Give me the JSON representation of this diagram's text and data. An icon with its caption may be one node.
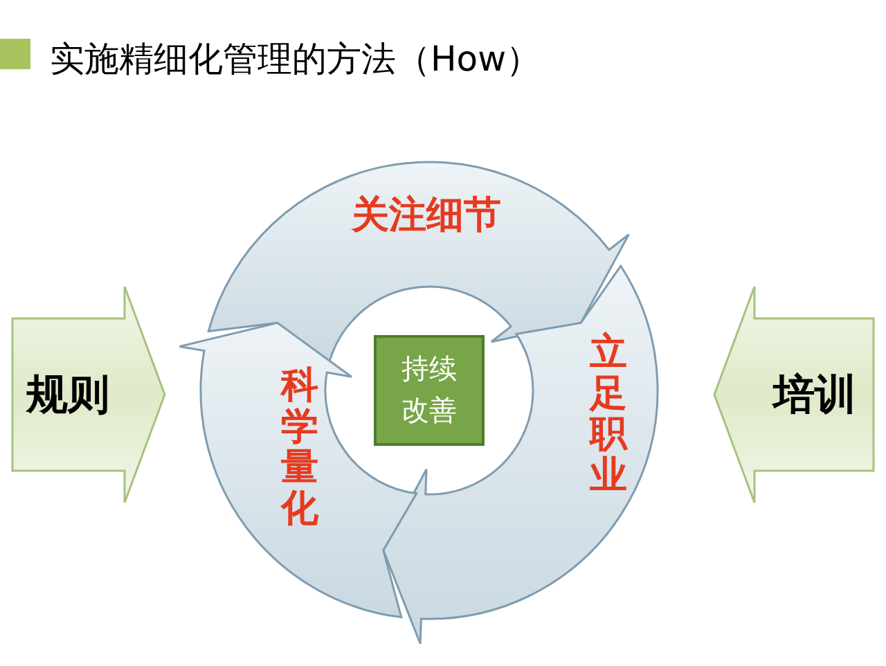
{
  "diagram": {
    "title": "实施精细化管理的方法（How）",
    "nodes": [
      {
        "text": [
          "规则"
        ]
      },
      {
        "text": [
          "关注细节"
        ]
      },
      {
        "text": [
          "立足职业"
        ]
      },
      {
        "text": [
          "科学量化"
        ]
      },
      {
        "text": [
          "持续改善"
        ]
      },
      {
        "text": [
          "培训"
        ]
      }
    ]
  }
}
